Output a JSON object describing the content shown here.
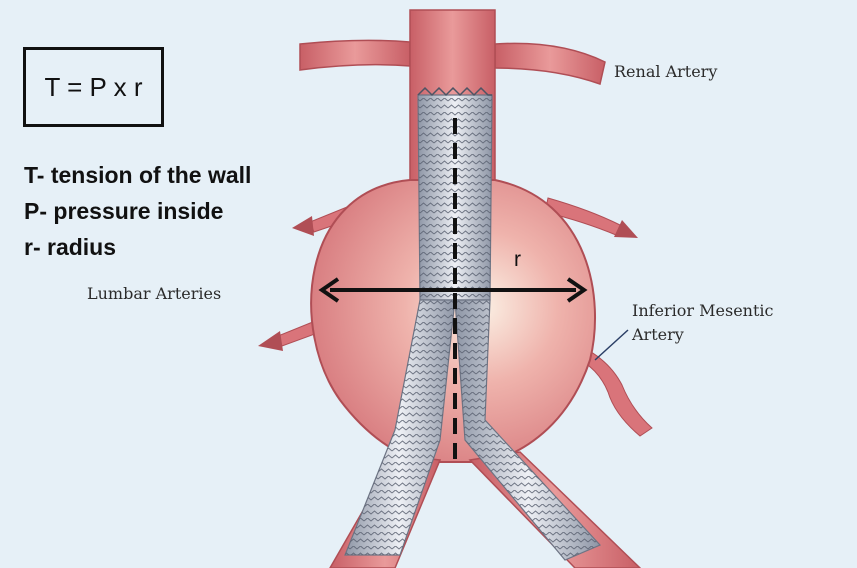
{
  "formula": "T = P x r",
  "legend": {
    "t": "T- tension of the wall",
    "p": "P- pressure inside",
    "r": "r- radius"
  },
  "labels": {
    "renal_artery": "Renal Artery",
    "lumbar_arteries": "Lumbar Arteries",
    "inferior_mesentic_line1": "Inferior Mesentic",
    "inferior_mesentic_line2": "Artery",
    "radius": "r"
  },
  "colors": {
    "background": "#e6f0f7",
    "artery": "#d9747a",
    "artery_dark": "#b04e55",
    "aneurysm": "#e59a98",
    "stent": "#c7ccd6",
    "annotation": "#111111"
  }
}
